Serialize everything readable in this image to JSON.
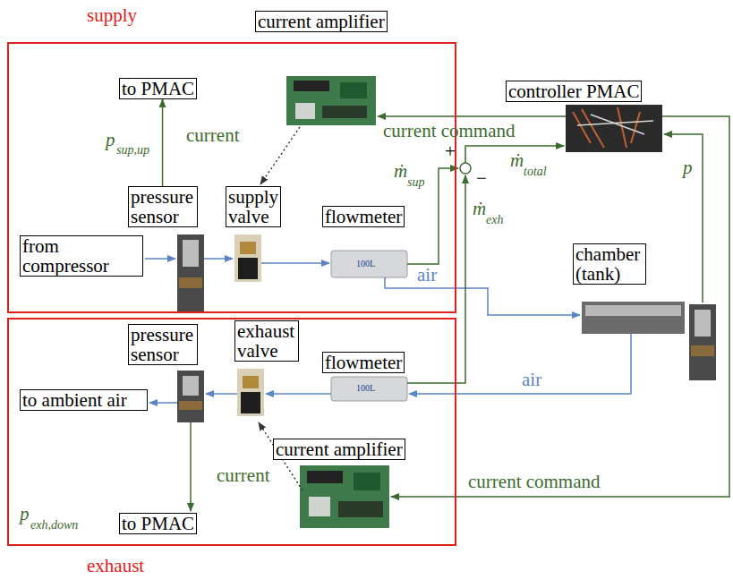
{
  "diagram": {
    "nodes": [
      {
        "text": [
          "supply"
        ]
      },
      {
        "text": [
          "to PMAC"
        ],
        "in": 0
      },
      {
        "text": [
          "current amplifier"
        ]
      },
      {
        "text": [
          "controller PMAC"
        ]
      },
      {
        "text": [
          "pressure sensor"
        ],
        "in": 0
      },
      {
        "text": [
          "supply valve"
        ],
        "in": 0
      },
      {
        "text": [
          "flowmeter"
        ],
        "in": 0
      },
      {
        "text": [
          "from compressor"
        ],
        "in": 0
      },
      {
        "text": [
          "chamber (tank)"
        ]
      },
      {
        "text": [
          "exhaust"
        ]
      },
      {
        "text": [
          "pressure sensor"
        ],
        "in": 9
      },
      {
        "text": [
          "exhaust valve"
        ],
        "in": 9
      },
      {
        "text": [
          "flowmeter"
        ],
        "in": 9
      },
      {
        "text": [
          "to ambient air"
        ],
        "in": 9
      },
      {
        "text": [
          "current amplifier"
        ],
        "in": 9
      },
      {
        "text": [
          "to PMAC"
        ],
        "in": 9
      }
    ],
    "edges": [
      {
        "from": 4,
        "to": 1,
        "arrow": "to"
      }
    ],
    "labels": [
      "current",
      "current command",
      "p",
      "sup,up",
      "ṁ",
      "sup",
      "+",
      "−",
      "ṁ",
      "total",
      "ṁ",
      "exh",
      "p",
      "air",
      "air",
      "current",
      "current command",
      "p",
      "exh,down",
      "100L",
      "100L"
    ]
  }
}
